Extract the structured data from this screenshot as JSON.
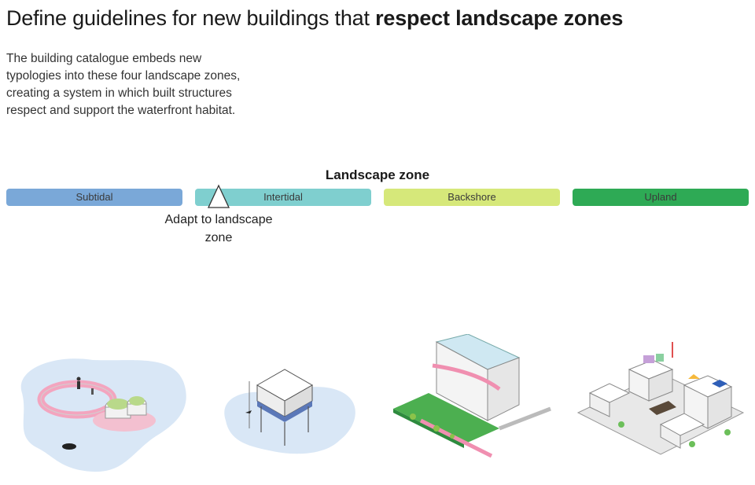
{
  "title": {
    "regular": "Define guidelines for new buildings that ",
    "bold": "respect landscape zones"
  },
  "intro": "The building catalogue embeds new typologies into these four landscape zones, creating a system in which built structures respect and support the waterfront habitat.",
  "landscape_zone": {
    "heading": "Landscape zone",
    "zones": [
      {
        "label": "Subtidal",
        "color": "#7aa8d8"
      },
      {
        "label": "Intertidal",
        "color": "#7fcfcf"
      },
      {
        "label": "Backshore",
        "color": "#d6e87a"
      },
      {
        "label": "Upland",
        "color": "#2eaa55"
      }
    ],
    "marker_label": "Adapt to landscape zone"
  },
  "illustrations": [
    {
      "name": "subtidal-floating-ring"
    },
    {
      "name": "intertidal-stilt-house"
    },
    {
      "name": "backshore-terraced-building"
    },
    {
      "name": "upland-neighborhood"
    }
  ]
}
